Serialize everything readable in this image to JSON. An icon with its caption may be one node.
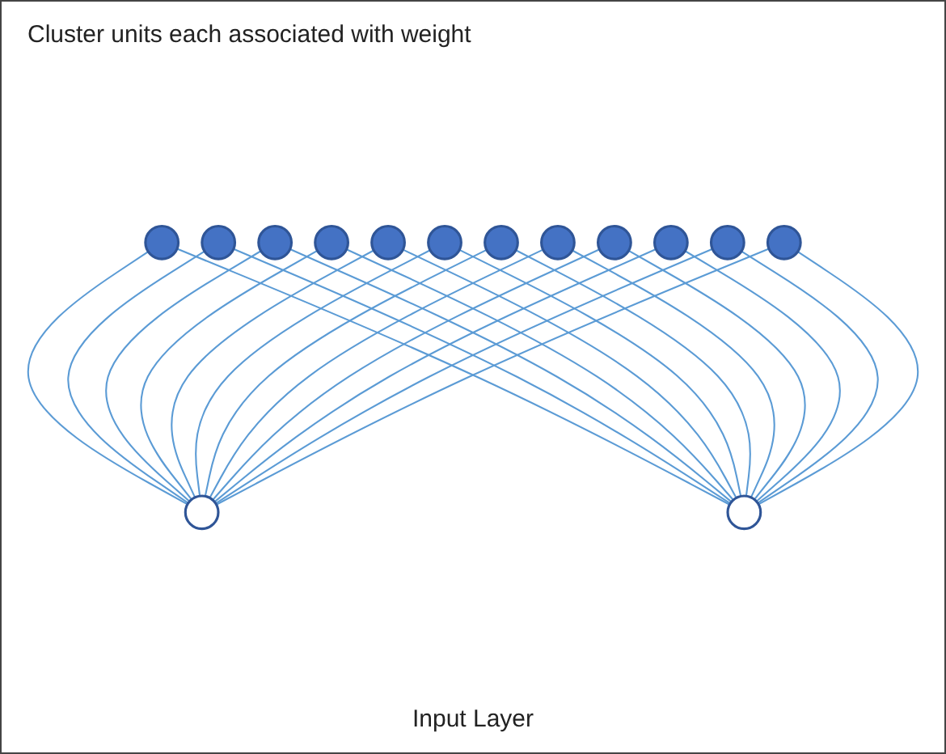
{
  "diagram": {
    "nodes": [
      {
        "text": [],
        "shape": "circle"
      },
      {
        "text": [],
        "shape": "circle"
      },
      {
        "text": [],
        "shape": "circle"
      },
      {
        "text": [],
        "shape": "circle"
      },
      {
        "text": [],
        "shape": "circle"
      },
      {
        "text": [],
        "shape": "circle"
      },
      {
        "text": [],
        "shape": "circle"
      },
      {
        "text": [],
        "shape": "circle"
      },
      {
        "text": [],
        "shape": "circle"
      },
      {
        "text": [],
        "shape": "circle"
      },
      {
        "text": [],
        "shape": "circle"
      },
      {
        "text": [],
        "shape": "circle"
      },
      {
        "text": [],
        "shape": "circle"
      },
      {
        "text": [],
        "shape": "circle"
      }
    ],
    "edges": [
      {
        "from": 0,
        "to": 12,
        "arrow": "none"
      },
      {
        "from": 1,
        "to": 12,
        "arrow": "none"
      },
      {
        "from": 2,
        "to": 12,
        "arrow": "none"
      },
      {
        "from": 3,
        "to": 12,
        "arrow": "none"
      },
      {
        "from": 4,
        "to": 12,
        "arrow": "none"
      },
      {
        "from": 5,
        "to": 12,
        "arrow": "none"
      },
      {
        "from": 6,
        "to": 12,
        "arrow": "none"
      },
      {
        "from": 7,
        "to": 12,
        "arrow": "none"
      },
      {
        "from": 8,
        "to": 12,
        "arrow": "none"
      },
      {
        "from": 9,
        "to": 12,
        "arrow": "none"
      },
      {
        "from": 10,
        "to": 12,
        "arrow": "none"
      },
      {
        "from": 11,
        "to": 12,
        "arrow": "none"
      },
      {
        "from": 0,
        "to": 13,
        "arrow": "none"
      },
      {
        "from": 1,
        "to": 13,
        "arrow": "none"
      },
      {
        "from": 2,
        "to": 13,
        "arrow": "none"
      },
      {
        "from": 3,
        "to": 13,
        "arrow": "none"
      },
      {
        "from": 4,
        "to": 13,
        "arrow": "none"
      },
      {
        "from": 5,
        "to": 13,
        "arrow": "none"
      },
      {
        "from": 6,
        "to": 13,
        "arrow": "none"
      },
      {
        "from": 7,
        "to": 13,
        "arrow": "none"
      },
      {
        "from": 8,
        "to": 13,
        "arrow": "none"
      },
      {
        "from": 9,
        "to": 13,
        "arrow": "none"
      },
      {
        "from": 10,
        "to": 13,
        "arrow": "none"
      },
      {
        "from": 11,
        "to": 13,
        "arrow": "none"
      }
    ],
    "labels": [
      "Cluster units each associated with weight",
      "Input Layer"
    ]
  }
}
